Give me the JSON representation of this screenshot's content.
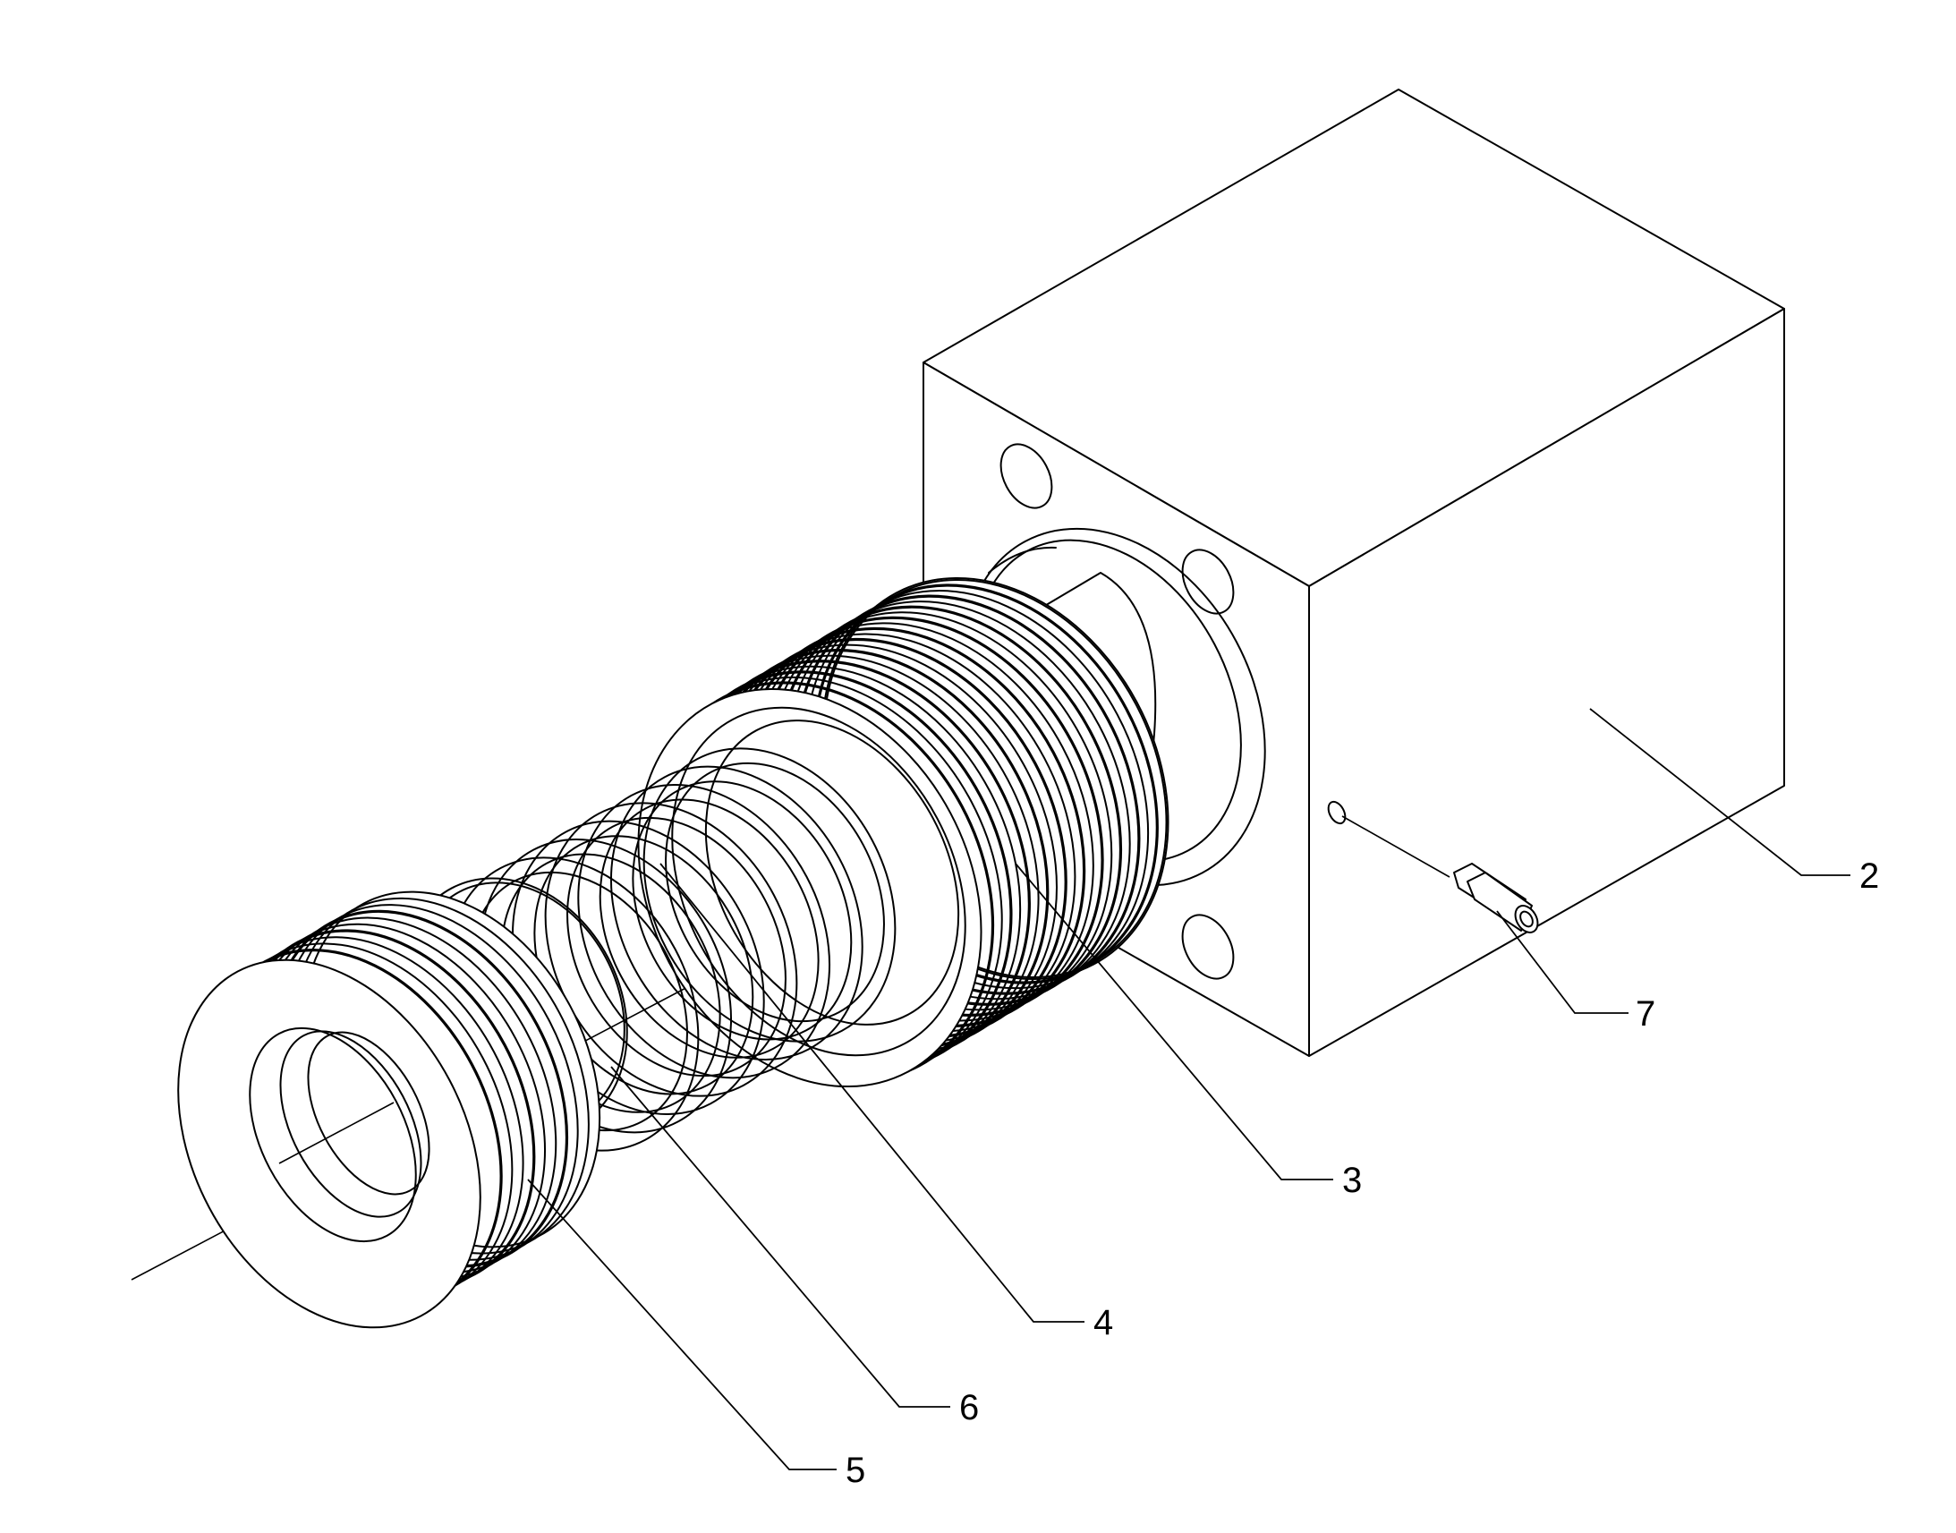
{
  "diagram": {
    "type": "exploded-assembly-drawing",
    "line_color": "#000000",
    "background_color": "#ffffff",
    "callouts": [
      {
        "id": "callout-2",
        "label": "2",
        "part": "housing-block"
      },
      {
        "id": "callout-3",
        "label": "3",
        "part": "finned-sleeve"
      },
      {
        "id": "callout-4",
        "label": "4",
        "part": "coil-spring"
      },
      {
        "id": "callout-5",
        "label": "5",
        "part": "end-cap"
      },
      {
        "id": "callout-6",
        "label": "6",
        "part": "snap-ring"
      },
      {
        "id": "callout-7",
        "label": "7",
        "part": "pin"
      }
    ]
  }
}
